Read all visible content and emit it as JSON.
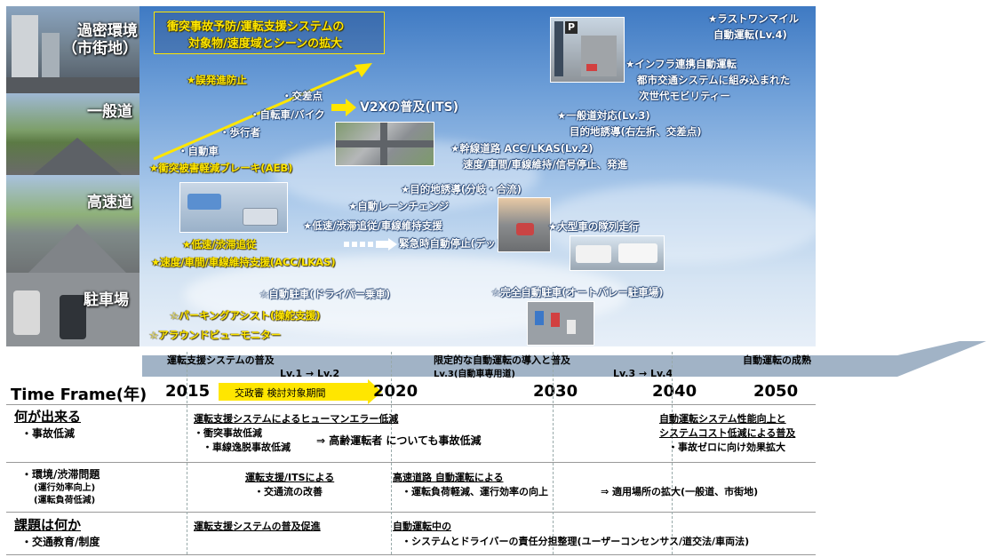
{
  "rows": {
    "urban": "過密環境\n（市街地）",
    "general": "一般道",
    "highway": "高速道",
    "parking": "駐車場"
  },
  "top_box": {
    "line1": "衝突事故予防/運転支援システムの",
    "line2": "対象物/速度域とシーンの拡大"
  },
  "early_items": {
    "misstart": "★誤発進防止",
    "intersection": "・交差点",
    "bicycle": "・自転車/バイク",
    "pedestrian": "・歩行者",
    "car": "・自動車",
    "aeb": "★衝突被害軽減ブレーキ(AEB)"
  },
  "v2x": "V2Xの普及(ITS)",
  "highway_items": {
    "low_speed": "★低速/渋滞追従",
    "acc": "★速度/車間/車線維持支援(ACC/LKAS)",
    "low_speed_lane": "★低速/渋滞追従/車線維持支援",
    "auto_lane_change": "★自動レーンチェンジ",
    "destination_guide": "★目的地誘導(分岐・合流)",
    "emergency_stop": "緊急時自動停止(デッドマン)",
    "platooning": "★大型車の隊列走行",
    "trunk_road": "★幹線道路 ACC/LKAS(Lv.2)",
    "trunk_road_detail": "速度/車間/車線維持/信号停止、発進",
    "general_road": "★一般道対応(Lv.3)",
    "general_road_detail": "目的地誘導(右左折、交差点)"
  },
  "future_items": {
    "last_mile": "★ラストワンマイル",
    "last_mile_detail": "自動運転(Lv.4)",
    "infra": "★インフラ連携自動運転",
    "infra_detail1": "都市交通システムに組み込まれた",
    "infra_detail2": "次世代モビリティー",
    "parking_label": "P"
  },
  "parking_items": {
    "auto_parking": "☆自動駐車(ドライバー乗車)",
    "full_auto_parking": "☆完全自動駐車(オートバレー駐車場)",
    "parking_assist": "☆パーキングアシスト(操舵支援)",
    "around_view": "☆アラウンドビューモニター"
  },
  "timeline": {
    "phase1": "運転支援システムの普及",
    "phase1_lv": "Lv.1 → Lv.2",
    "phase2": "限定的な自動運転の導入と普及",
    "phase2_lv": "Lv.3(自動車専用道)",
    "phase2_lv2": "Lv.3 → Lv.4",
    "phase3": "自動運転の成熟",
    "label": "Time Frame(年)",
    "years": [
      "2015",
      "2020",
      "2030",
      "2040",
      "2050"
    ],
    "study_period": "交政審 検討対象期間"
  },
  "rows_bottom": {
    "can_do": "何が出来る",
    "accident": "・事故低減",
    "env": "・環境/渋滞問題",
    "env_sub1": "(運行効率向上)",
    "env_sub2": "(運転負荷低減)",
    "issues": "課題は何か",
    "education": "・交通教育/制度"
  },
  "cells": {
    "human_error": "運転支援システムによるヒューマンエラー低減",
    "collision": "・衝突事故低減",
    "lane_departure": "・車線逸脱事故低減",
    "elderly": "⇒ 高齢運転者 についても事故低減",
    "cost_down1": "自動運転システム性能向上と",
    "cost_down2": "システムコスト低減による普及",
    "zero_accident": "・事故ゼロに向け効果拡大",
    "its": "運転支援/ITSによる",
    "traffic_flow": "・交通流の改善",
    "hw_auto": "高速道路 自動運転による",
    "load_reduction": "・運転負荷軽減、運行効率の向上",
    "expansion": "⇒ 適用場所の拡大(一般道、市街地)",
    "promotion": "運転支援システムの普及促進",
    "during_auto": "自動運転中の",
    "responsibility": "・システムとドライバーの責任分担整理(ユーザーコンセンサス/道交法/車両法)"
  },
  "colors": {
    "yellow": "#ffe600",
    "sky": "#6e9fd8",
    "arrow_gray": "#8aa0b8"
  }
}
